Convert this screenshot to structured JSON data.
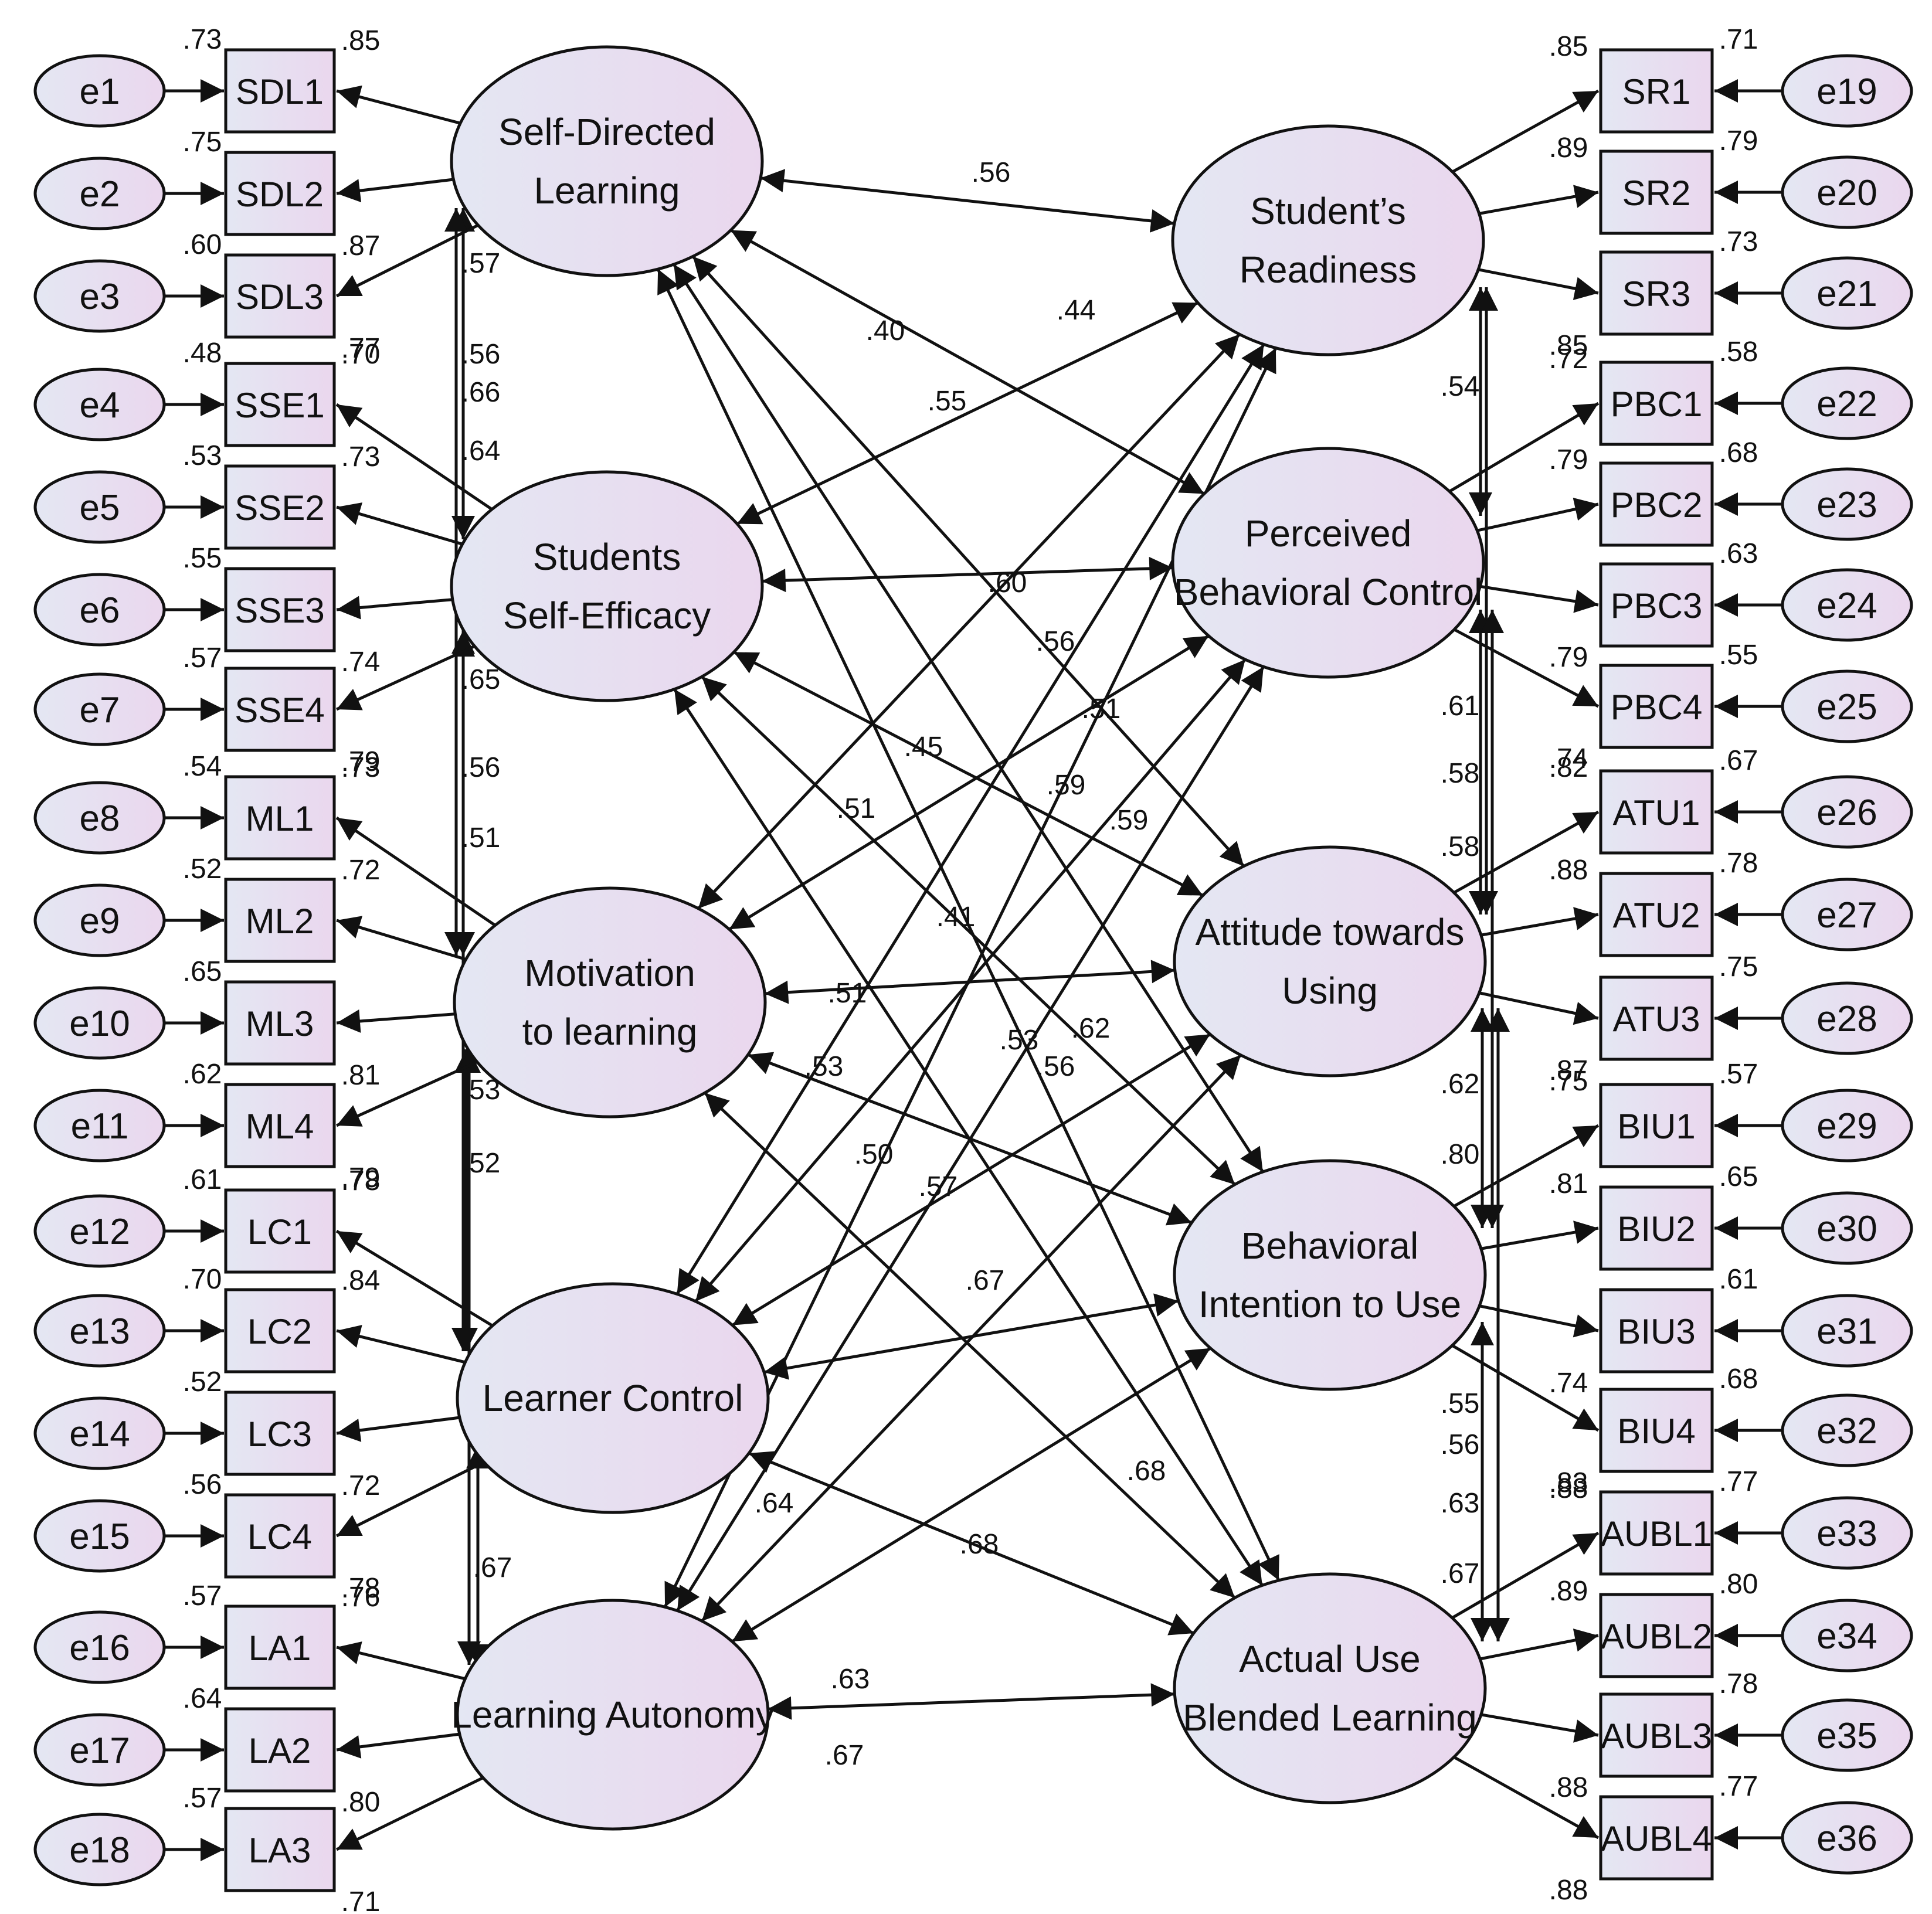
{
  "colors": {
    "fill_left": "#e4e7f3",
    "fill_right": "#ead7ee",
    "stroke": "#111111",
    "background": "#ffffff"
  },
  "latent_left": [
    {
      "id": "SDL",
      "lines": [
        "Self-Directed",
        "Learning"
      ]
    },
    {
      "id": "SSE",
      "lines": [
        "Students",
        "Self-Efficacy"
      ]
    },
    {
      "id": "ML",
      "lines": [
        "Motivation",
        "to learning"
      ]
    },
    {
      "id": "LC",
      "lines": [
        "Learner Control"
      ]
    },
    {
      "id": "LA",
      "lines": [
        "Learning Autonomy"
      ]
    }
  ],
  "latent_right": [
    {
      "id": "SR",
      "lines": [
        "Student’s",
        "Readiness"
      ]
    },
    {
      "id": "PBC",
      "lines": [
        "Perceived",
        "Behavioral Control"
      ]
    },
    {
      "id": "ATU",
      "lines": [
        "Attitude towards",
        "Using"
      ]
    },
    {
      "id": "BIU",
      "lines": [
        "Behavioral",
        "Intention to Use"
      ]
    },
    {
      "id": "AUBL",
      "lines": [
        "Actual Use",
        "Blended Learning"
      ]
    }
  ],
  "indicators_left": [
    {
      "error": "e1",
      "label": "SDL1",
      "r2": ".73",
      "loading": ".85"
    },
    {
      "error": "e2",
      "label": "SDL2",
      "r2": ".75",
      "loading": ".87"
    },
    {
      "error": "e3",
      "label": "SDL3",
      "r2": ".60",
      "loading": ".77"
    },
    {
      "error": "e4",
      "label": "SSE1",
      "r2": ".48",
      "loading": ".70"
    },
    {
      "error": "e5",
      "label": "SSE2",
      "r2": ".53",
      "loading": ".73"
    },
    {
      "error": "e6",
      "label": "SSE3",
      "r2": ".55",
      "loading": ".74"
    },
    {
      "error": "e7",
      "label": "SSE4",
      "r2": ".57",
      "loading": ".79"
    },
    {
      "error": "e8",
      "label": "ML1",
      "r2": ".54",
      "loading": ".73"
    },
    {
      "error": "e9",
      "label": "ML2",
      "r2": ".52",
      "loading": ".72"
    },
    {
      "error": "e10",
      "label": "ML3",
      "r2": ".65",
      "loading": ".81"
    },
    {
      "error": "e11",
      "label": "ML4",
      "r2": ".62",
      "loading": ".79"
    },
    {
      "error": "e12",
      "label": "LC1",
      "r2": ".61",
      "loading": ".78"
    },
    {
      "error": "e13",
      "label": "LC2",
      "r2": ".70",
      "loading": ".84"
    },
    {
      "error": "e14",
      "label": "LC3",
      "r2": ".52",
      "loading": ".72"
    },
    {
      "error": "e15",
      "label": "LC4",
      "r2": ".56",
      "loading": ".78"
    },
    {
      "error": "e16",
      "label": "LA1",
      "r2": ".57",
      "loading": ".76"
    },
    {
      "error": "e17",
      "label": "LA2",
      "r2": ".64",
      "loading": ".80"
    },
    {
      "error": "e18",
      "label": "LA3",
      "r2": ".57",
      "loading": ".71"
    }
  ],
  "indicators_right": [
    {
      "error": "e19",
      "label": "SR1",
      "r2": ".71",
      "loading": ".85"
    },
    {
      "error": "e20",
      "label": "SR2",
      "r2": ".79",
      "loading": ".89"
    },
    {
      "error": "e21",
      "label": "SR3",
      "r2": ".73",
      "loading": ".85"
    },
    {
      "error": "e22",
      "label": "PBC1",
      "r2": ".58",
      "loading": ".72"
    },
    {
      "error": "e23",
      "label": "PBC2",
      "r2": ".68",
      "loading": ".79"
    },
    {
      "error": "e24",
      "label": "PBC3",
      "r2": ".63",
      "loading": ".79"
    },
    {
      "error": "e25",
      "label": "PBC4",
      "r2": ".55",
      "loading": ".74"
    },
    {
      "error": "e26",
      "label": "ATU1",
      "r2": ".67",
      "loading": ".82"
    },
    {
      "error": "e27",
      "label": "ATU2",
      "r2": ".78",
      "loading": ".88"
    },
    {
      "error": "e28",
      "label": "ATU3",
      "r2": ".75",
      "loading": ".87"
    },
    {
      "error": "e29",
      "label": "BIU1",
      "r2": ".57",
      "loading": ".75"
    },
    {
      "error": "e30",
      "label": "BIU2",
      "r2": ".65",
      "loading": ".81"
    },
    {
      "error": "e31",
      "label": "BIU3",
      "r2": ".61",
      "loading": ".74"
    },
    {
      "error": "e32",
      "label": "BIU4",
      "r2": ".68",
      "loading": ".83"
    },
    {
      "error": "e33",
      "label": "AUBL1",
      "r2": ".77",
      "loading": ".88"
    },
    {
      "error": "e34",
      "label": "AUBL2",
      "r2": ".80",
      "loading": ".89"
    },
    {
      "error": "e35",
      "label": "AUBL3",
      "r2": ".78",
      "loading": ".88"
    },
    {
      "error": "e36",
      "label": "AUBL4",
      "r2": ".77",
      "loading": ".88"
    }
  ],
  "correlation_labels": {
    "left_column": [
      ".57",
      ".56",
      ".66",
      ".64",
      ".65",
      ".56",
      ".51",
      ".53",
      ".52",
      ".67"
    ],
    "right_column": [
      ".54",
      ".61",
      ".58",
      ".58",
      ".62",
      ".80",
      ".55",
      ".56",
      ".63",
      ".67"
    ],
    "middle": [
      ".56",
      ".44",
      ".40",
      ".55",
      ".60",
      ".56",
      ".51",
      ".45",
      ".59",
      ".59",
      ".51",
      ".41",
      ".51",
      ".53",
      ".62",
      ".53",
      ".56",
      ".50",
      ".57",
      ".67",
      ".68",
      ".64",
      ".68",
      ".63",
      ".67"
    ]
  }
}
